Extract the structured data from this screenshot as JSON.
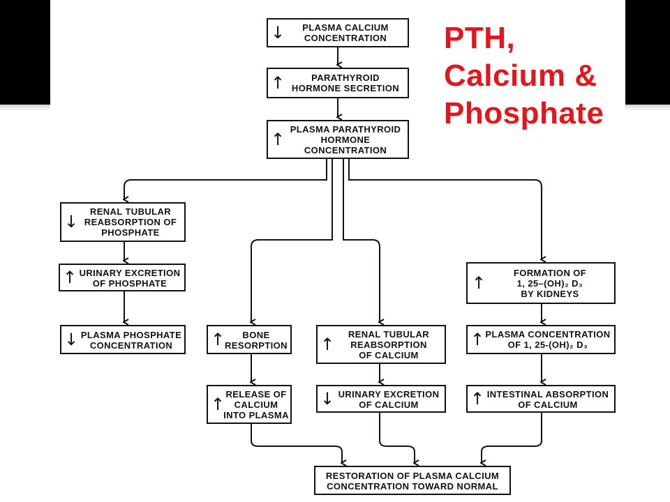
{
  "slide": {
    "title_lines": [
      "PTH,",
      "Calcium &",
      "Phosphate"
    ]
  },
  "up_glyph": "↑",
  "down_glyph": "↓",
  "boxes": {
    "plasma_calcium": {
      "direction": "down",
      "text": "PLASMA CALCIUM\nCONCENTRATION"
    },
    "pth_secretion": {
      "direction": "up",
      "text": "PARATHYROID\nHORMONE SECRETION"
    },
    "plasma_pth": {
      "direction": "up",
      "text": "PLASMA PARATHYROID\nHORMONE\nCONCENTRATION"
    },
    "renal_phosphate_reabs": {
      "direction": "down",
      "text": "RENAL TUBULAR\nREABSORPTION OF\nPHOSPHATE"
    },
    "urinary_phosphate": {
      "direction": "up",
      "text": "URINARY EXCRETION\nOF PHOSPHATE"
    },
    "plasma_phosphate": {
      "direction": "down",
      "text": "PLASMA PHOSPHATE\nCONCENTRATION"
    },
    "bone_resorption": {
      "direction": "up",
      "text": "BONE\nRESORPTION"
    },
    "release_calcium": {
      "direction": "up",
      "text": "RELEASE OF\nCALCIUM\nINTO PLASMA"
    },
    "renal_calcium_reabs": {
      "direction": "up",
      "text": "RENAL TUBULAR\nREABSORPTION\nOF CALCIUM"
    },
    "urinary_calcium": {
      "direction": "down",
      "text": "URINARY EXCRETION\nOF CALCIUM"
    },
    "formation_d3": {
      "direction": "up",
      "text": "FORMATION OF\n1, 25–(OH)₂ D₃\nBY KIDNEYS"
    },
    "plasma_d3": {
      "direction": "up",
      "text": "PLASMA CONCENTRATION\nOF 1, 25-(OH)₂ D₃"
    },
    "intestinal_absorption": {
      "direction": "up",
      "text": "INTESTINAL ABSORPTION\nOF CALCIUM"
    },
    "restoration": {
      "direction": "none",
      "text": "RESTORATION OF PLASMA CALCIUM\nCONCENTRATION TOWARD NORMAL"
    }
  }
}
